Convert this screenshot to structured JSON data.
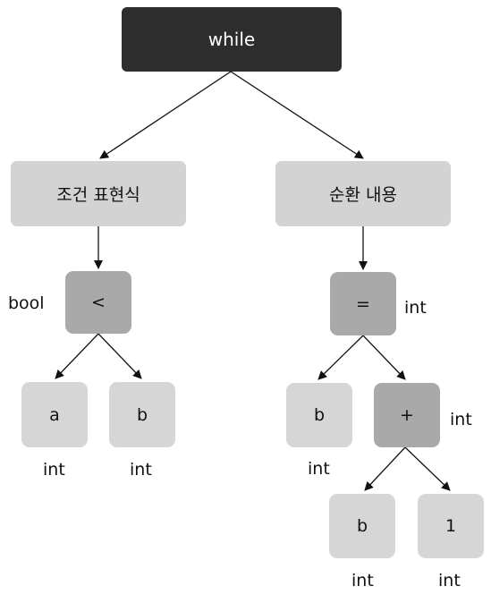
{
  "root": {
    "label": "while"
  },
  "condition": {
    "label": "조건 표현식",
    "op": {
      "label": "<",
      "type": "bool"
    },
    "left": {
      "label": "a",
      "type": "int"
    },
    "right": {
      "label": "b",
      "type": "int"
    }
  },
  "body": {
    "label": "순환 내용",
    "assign": {
      "label": "=",
      "type": "int"
    },
    "target": {
      "label": "b",
      "type": "int"
    },
    "plus": {
      "label": "+",
      "type": "int"
    },
    "plus_left": {
      "label": "b",
      "type": "int"
    },
    "plus_right": {
      "label": "1",
      "type": "int"
    }
  },
  "colors": {
    "root_fill": "#2d2d2d",
    "operator_fill": "#a9a9a9",
    "leaf_fill": "#d6d6d6",
    "edge": "#111111"
  }
}
